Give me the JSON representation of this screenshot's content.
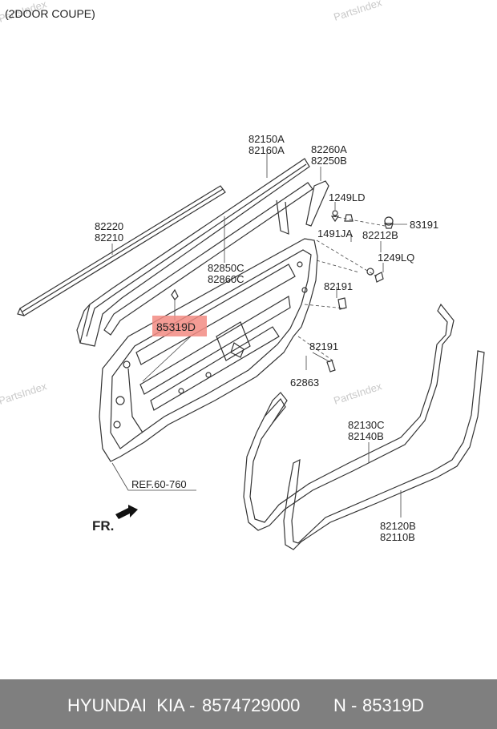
{
  "header": {
    "caption": "(2DOOR COUPE)"
  },
  "watermarks": [
    "PartsIndex",
    "PartsIndex",
    "PartsIndex",
    "PartsIndex"
  ],
  "highlight_color": "#f28b82",
  "labels": {
    "p82150A": "82150A",
    "p82160A": "82160A",
    "p82260A": "82260A",
    "p82250B": "82250B",
    "p1249LD": "1249LD",
    "p82220": "82220",
    "p82210": "82210",
    "p83191": "83191",
    "p1491JA": "1491JA",
    "p82212B": "82212B",
    "p82850C": "82850C",
    "p82860C": "82860C",
    "p1249LQ": "1249LQ",
    "p82191a": "82191",
    "p85319D": "85319D",
    "p82191b": "82191",
    "p62863": "62863",
    "p82130C": "82130C",
    "p82140B": "82140B",
    "ref": "REF.60-760",
    "fr": "FR.",
    "p82120B": "82120B",
    "p82110B": "82110B"
  },
  "footer": {
    "brand": "HYUNDAI  KIA",
    "sep1": "-",
    "part_number": "8574729000",
    "sep2": "N -",
    "ref_code": "85319D"
  }
}
